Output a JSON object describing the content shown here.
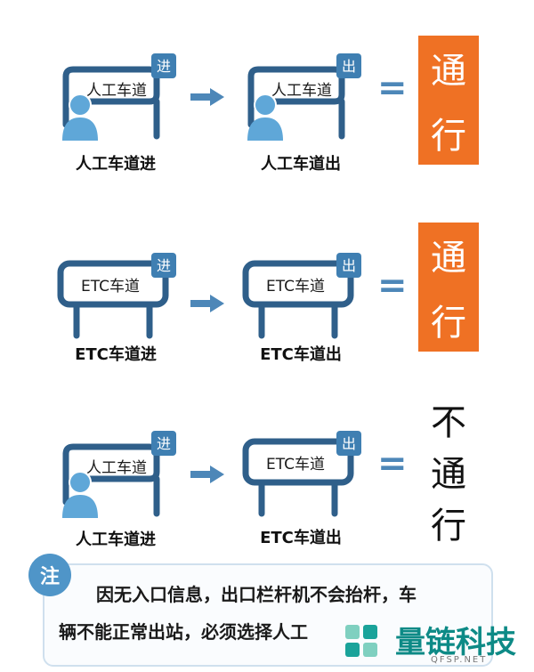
{
  "rows": [
    {
      "entry": {
        "label": "人工车道",
        "badge": "进",
        "caption": "人工车道进",
        "manual": true
      },
      "exit": {
        "label": "人工车道",
        "badge": "出",
        "caption": "人工车道出",
        "manual": true
      },
      "equals": "=",
      "result": [
        "通",
        "行"
      ],
      "result_style": "orange"
    },
    {
      "entry": {
        "label": "ETC车道",
        "badge": "进",
        "caption": "ETC车道进",
        "manual": false
      },
      "exit": {
        "label": "ETC车道",
        "badge": "出",
        "caption": "ETC车道出",
        "manual": false
      },
      "equals": "=",
      "result": [
        "通",
        "行"
      ],
      "result_style": "orange"
    },
    {
      "entry": {
        "label": "人工车道",
        "badge": "进",
        "caption": "人工车道进",
        "manual": true
      },
      "exit": {
        "label": "ETC车道",
        "badge": "出",
        "caption": "ETC车道出",
        "manual": false
      },
      "equals": "=",
      "result": [
        "不",
        "通",
        "行"
      ],
      "result_style": "plain"
    }
  ],
  "note": {
    "badge": "注",
    "line1": "因无入口信息，出口栏杆机不会抬杆，车",
    "line2": "辆不能正常出站，必须选择人工"
  },
  "watermark": {
    "text": "量链科技",
    "sub": "QFSP.NET"
  },
  "colors": {
    "gate_blue": "#4d87b8",
    "badge_blue": "#3f7fb2",
    "person_blue": "#5fa7d8",
    "arrow_blue": "#4d87b8",
    "orange": "#ef7124",
    "teal": "#0d8a86"
  }
}
